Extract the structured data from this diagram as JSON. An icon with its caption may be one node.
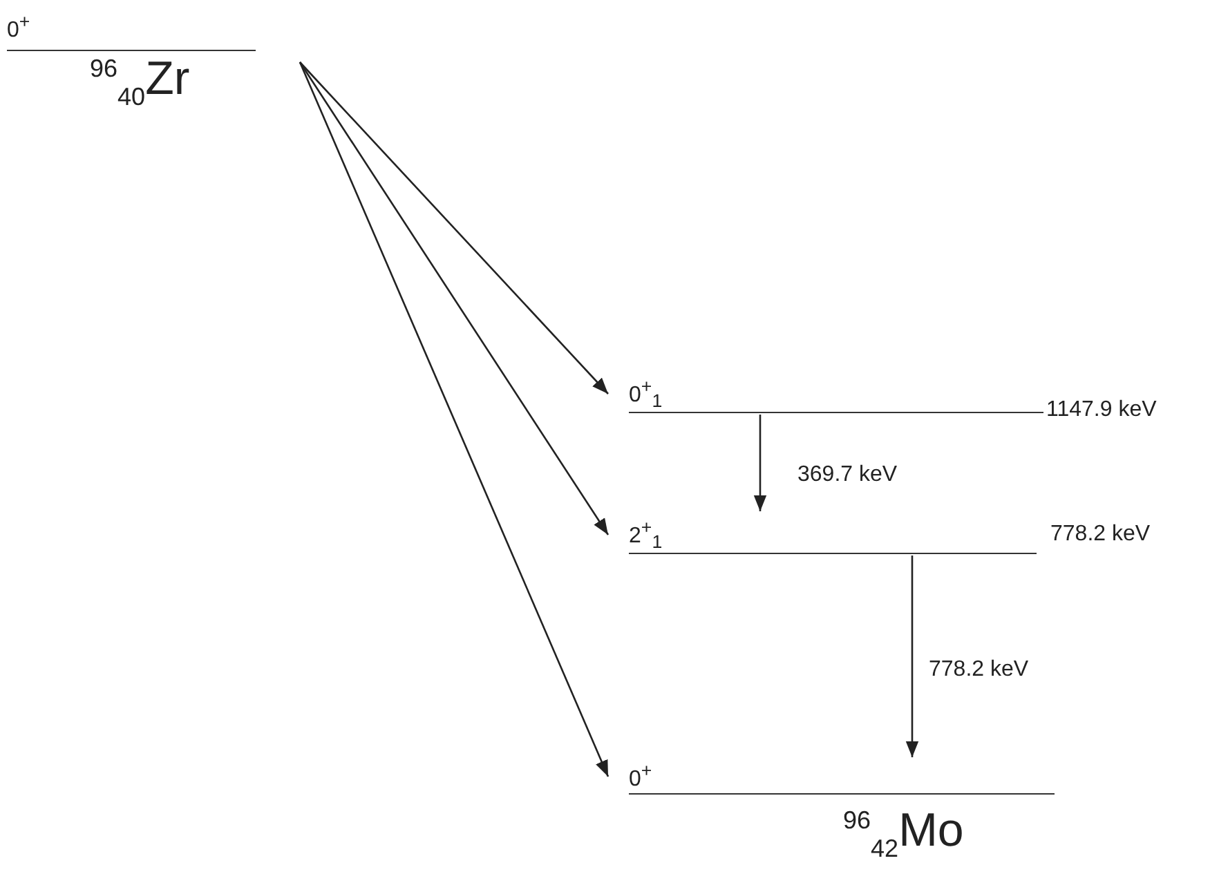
{
  "diagram": {
    "nodes": [
      {
        "text": [
          "0$^{+}$",
          "$^{96}$$_{40}$Zr"
        ]
      },
      {
        "text": [
          "0$^{+}$$_{1}$"
        ],
        "beside": [
          "1147.9 keV"
        ]
      },
      {
        "text": [
          "2$^{+}$$_{1}$"
        ],
        "beside": [
          "778.2 keV"
        ]
      },
      {
        "text": [
          "0$^{+}$",
          "$^{96}$$_{42}$Mo"
        ]
      }
    ],
    "edges": [
      {
        "from": 0,
        "to": 1,
        "arrow": "to"
      },
      {
        "from": 0,
        "to": 2,
        "arrow": "to"
      },
      {
        "from": 0,
        "to": 3,
        "arrow": "to"
      },
      {
        "from": 1,
        "to": 2,
        "arrow": "to",
        "label": "369.7 keV"
      },
      {
        "from": 2,
        "to": 3,
        "arrow": "to",
        "label": "778.2 keV"
      }
    ]
  }
}
